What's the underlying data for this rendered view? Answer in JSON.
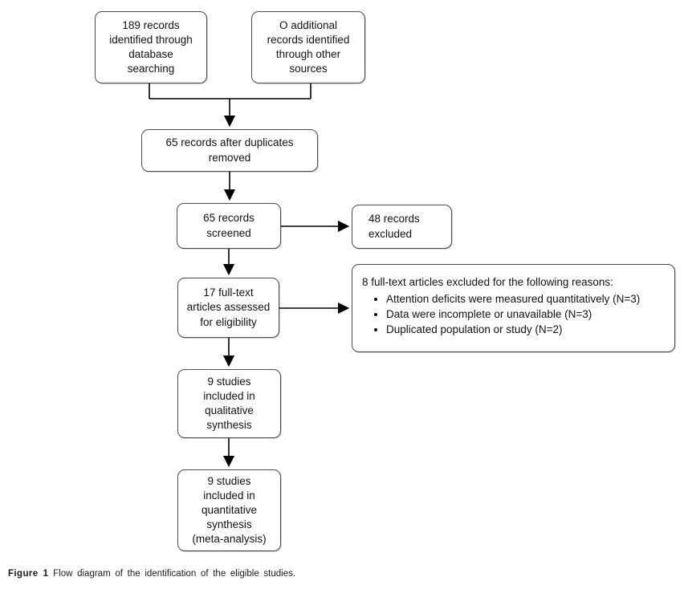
{
  "figure": {
    "boxes": {
      "db_search": {
        "text": "189 records\nidentified through\ndatabase\nsearching"
      },
      "other_sources": {
        "text": "O additional\nrecords identified\nthrough other\nsources"
      },
      "duplicates_removed": {
        "text": "65 records after duplicates\nremoved"
      },
      "screened": {
        "text": "65 records\nscreened"
      },
      "records_excluded": {
        "text": "48 records\nexcluded"
      },
      "fulltext_assessed": {
        "text": "17 full-text\narticles assessed\nfor eligibility"
      },
      "exclusion_reasons": {
        "heading": "8 full-text articles excluded for the following reasons:",
        "items": [
          "Attention deficits were measured quantitatively (N=3)",
          "Data were incomplete or unavailable (N=3)",
          "Duplicated population or study (N=2)"
        ]
      },
      "qualitative_synthesis": {
        "text": "9 studies\nincluded in\nqualitative\nsynthesis"
      },
      "quantitative_synthesis": {
        "text": "9 studies\nincluded in\nquantitative\nsynthesis\n(meta-analysis)"
      }
    },
    "caption": {
      "label": "Figure 1",
      "text": " Flow diagram of the identification of the eligible studies."
    }
  },
  "colors": {
    "background": "#ffffff",
    "box_border": "#4d4d4d",
    "connector_line": "#000000",
    "text": "#111111"
  }
}
